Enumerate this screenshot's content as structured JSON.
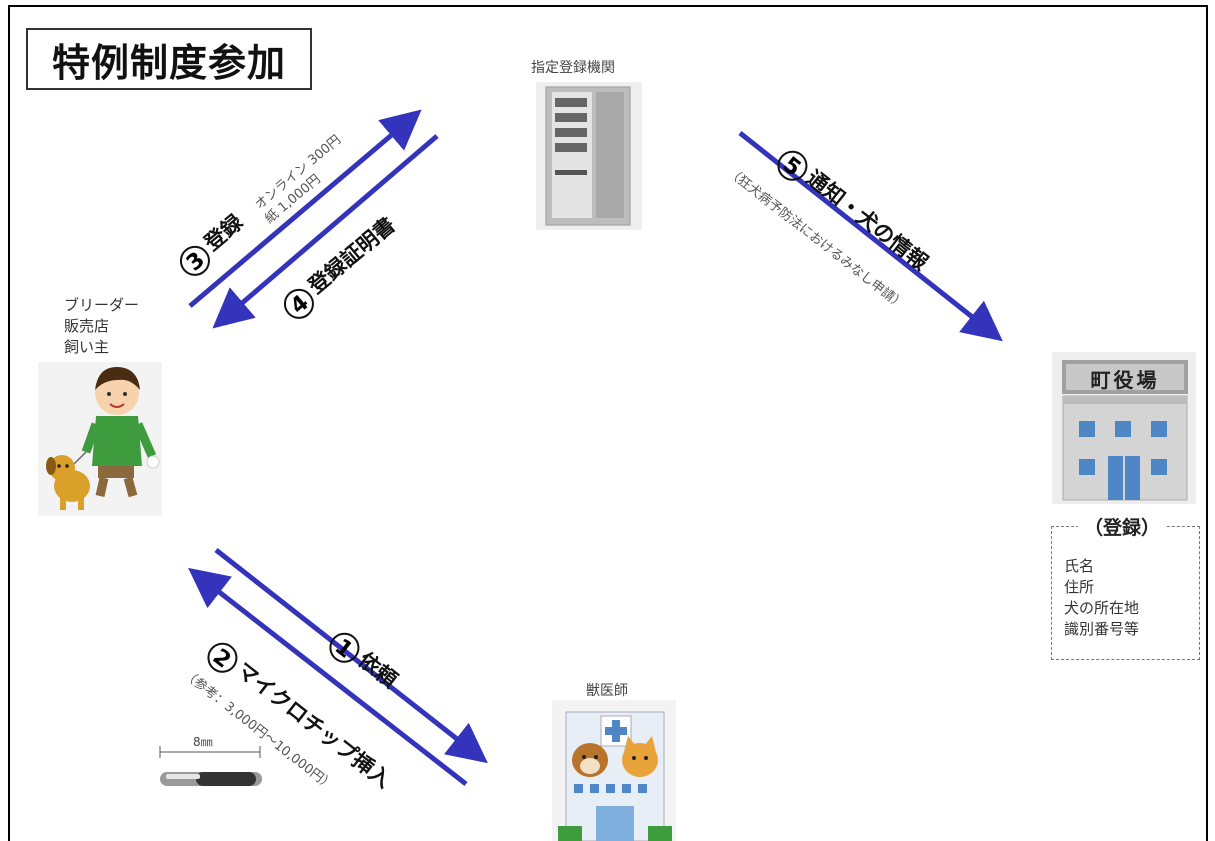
{
  "title": "特例制度参加",
  "nodes": {
    "registry": "指定登録機関",
    "owner_lines": [
      "ブリーダー",
      "販売店",
      "飼い主"
    ],
    "vet": "獣医師",
    "town_hall_sign": "町役場"
  },
  "steps": {
    "s1": {
      "num": "1",
      "label": "依頼"
    },
    "s2": {
      "num": "2",
      "label": "マイクロチップ挿入",
      "note": "（参考：3,000円～10,000円）"
    },
    "s3": {
      "num": "3",
      "label": "登録",
      "note1": "オンライン 300円",
      "note2": "紙 1,000円"
    },
    "s4": {
      "num": "4",
      "label": "登録証明書"
    },
    "s5": {
      "num": "5",
      "label": "通知・犬の情報",
      "note": "（狂犬病予防法におけるみなし申請）"
    }
  },
  "registration": {
    "title": "（登録）",
    "items": [
      "氏名",
      "住所",
      "犬の所在地",
      "識別番号等"
    ]
  },
  "chip": {
    "size_label": "8㎜"
  },
  "colors": {
    "arrow": "#3333bb",
    "window": "#4f86c6"
  }
}
